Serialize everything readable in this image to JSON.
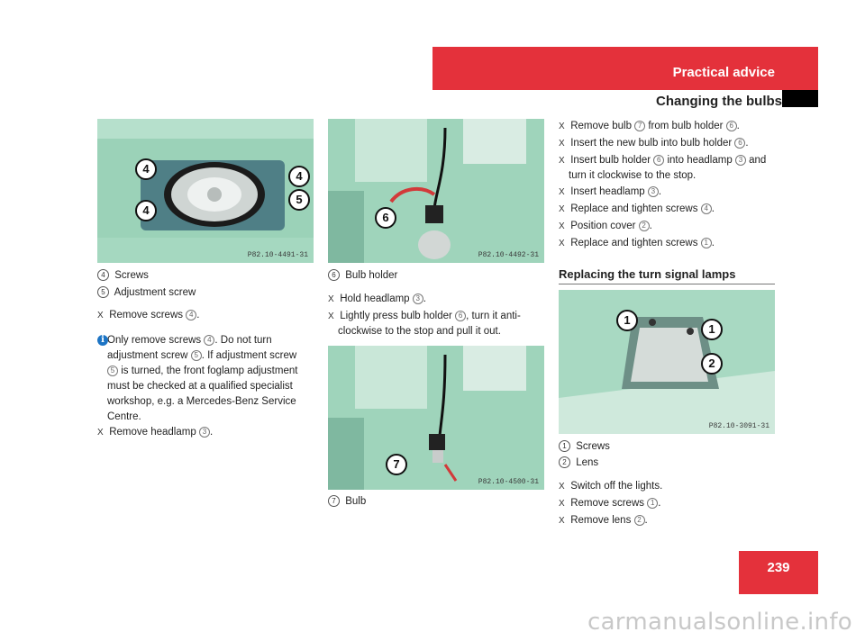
{
  "header": {
    "section": "Practical advice",
    "chapter": "Changing the bulbs",
    "page_number": "239"
  },
  "watermark": "carmanualsonline.info",
  "col1": {
    "image_code": "P82.10-4491-31",
    "callouts": [
      "4",
      "4",
      "4",
      "5"
    ],
    "legend": [
      {
        "num": "4",
        "label": "Screws"
      },
      {
        "num": "5",
        "label": "Adjustment screw"
      }
    ],
    "step1": {
      "arrow": "X",
      "text": "Remove screws",
      "ref": "4",
      "end": "."
    },
    "info": {
      "icon": "i",
      "l1_a": "Only remove screws",
      "l1_ref": "4",
      "l1_b": ". Do not turn",
      "l2_a": "adjustment screw",
      "l2_ref": "5",
      "l2_b": ". If adjustment screw",
      "l3_ref": "5",
      "l3_b": " is turned, the front foglamp adjustment",
      "l4": "must be checked at a qualified specialist",
      "l5": "workshop, e.g. a Mercedes-Benz Service",
      "l6": "Centre."
    },
    "step2": {
      "arrow": "X",
      "text": "Remove headlamp",
      "ref": "3",
      "end": "."
    }
  },
  "col2": {
    "image1_code": "P82.10-4492-31",
    "image1_callout": "6",
    "legend1": {
      "num": "6",
      "label": "Bulb holder"
    },
    "step1": {
      "arrow": "X",
      "text": "Hold headlamp",
      "ref": "3",
      "end": "."
    },
    "step2": {
      "arrow": "X",
      "l1_a": "Lightly press bulb holder",
      "l1_ref": "6",
      "l1_b": ", turn it anti-",
      "l2": "clockwise to the stop and pull it out."
    },
    "image2_code": "P82.10-4500-31",
    "image2_callout": "7",
    "legend2": {
      "num": "7",
      "label": "Bulb"
    }
  },
  "col3": {
    "steps": [
      {
        "arrow": "X",
        "a": "Remove bulb",
        "r1": "7",
        "b": " from bulb holder",
        "r2": "6",
        "c": "."
      },
      {
        "arrow": "X",
        "a": "Insert the new bulb into bulb holder",
        "r1": "6",
        "b": "."
      },
      {
        "arrow": "X",
        "a": "Insert bulb holder",
        "r1": "6",
        "b": " into headlamp",
        "r2": "3",
        "c": " and",
        "d": "turn it clockwise to the stop."
      },
      {
        "arrow": "X",
        "a": "Insert headlamp",
        "r1": "3",
        "b": "."
      },
      {
        "arrow": "X",
        "a": "Replace and tighten screws",
        "r1": "4",
        "b": "."
      },
      {
        "arrow": "X",
        "a": "Position cover",
        "r1": "2",
        "b": "."
      },
      {
        "arrow": "X",
        "a": "Replace and tighten screws",
        "r1": "1",
        "b": "."
      }
    ],
    "heading": "Replacing the turn signal lamps",
    "image_code": "P82.10-3091-31",
    "callouts": [
      "1",
      "1",
      "2"
    ],
    "legend": [
      {
        "num": "1",
        "label": "Screws"
      },
      {
        "num": "2",
        "label": "Lens"
      }
    ],
    "steps2": [
      {
        "arrow": "X",
        "a": "Switch off the lights."
      },
      {
        "arrow": "X",
        "a": "Remove screws",
        "r1": "1",
        "b": "."
      },
      {
        "arrow": "X",
        "a": "Remove lens",
        "r1": "2",
        "b": "."
      }
    ]
  }
}
